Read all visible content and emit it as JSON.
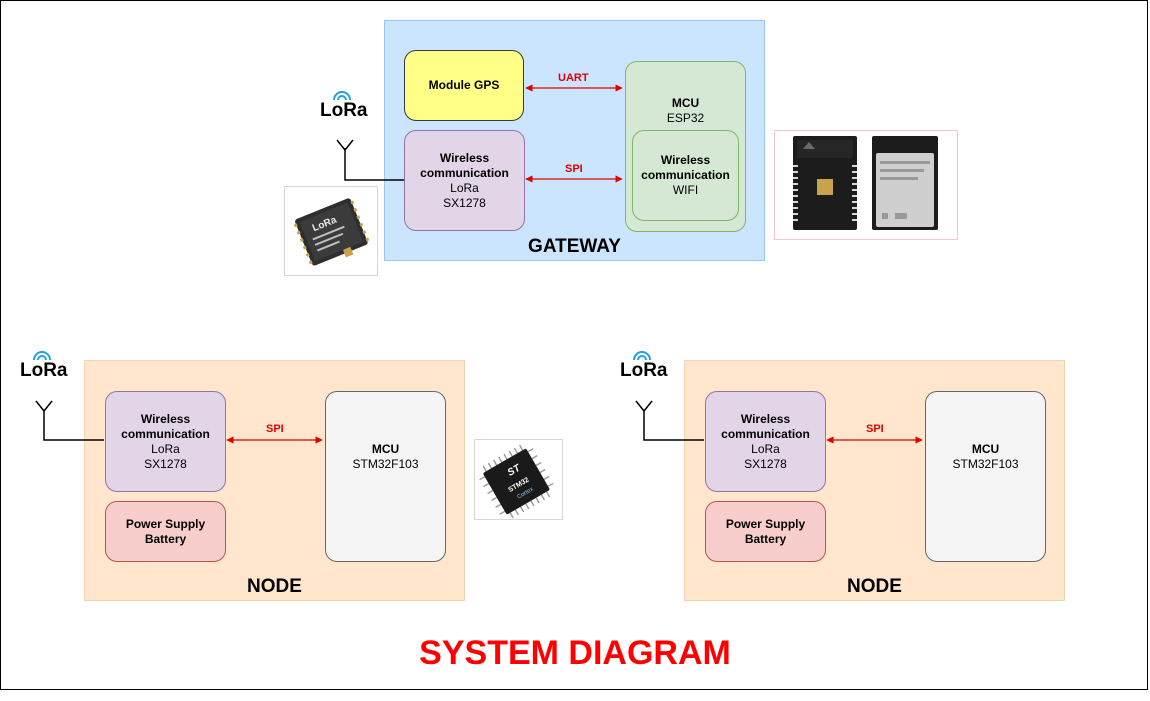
{
  "title": "SYSTEM DIAGRAM",
  "gateway": {
    "label": "GATEWAY",
    "gps": {
      "line1": "Module GPS"
    },
    "lora": {
      "line1": "Wireless",
      "line2": "communication",
      "line3": "LoRa",
      "line4": "SX1278"
    },
    "mcu": {
      "line1": "MCU",
      "line2": "ESP32"
    },
    "wifi": {
      "line1": "Wireless",
      "line2": "communication",
      "line3": "WIFI"
    },
    "uart_label": "UART",
    "spi_label": "SPI"
  },
  "nodes": [
    {
      "label": "NODE",
      "lora": {
        "line1": "Wireless",
        "line2": "communication",
        "line3": "LoRa",
        "line4": "SX1278"
      },
      "power": {
        "line1": "Power Supply",
        "line2": "Battery"
      },
      "mcu": {
        "line1": "MCU",
        "line2": "STM32F103"
      },
      "spi_label": "SPI"
    },
    {
      "label": "NODE",
      "lora": {
        "line1": "Wireless",
        "line2": "communication",
        "line3": "LoRa",
        "line4": "SX1278"
      },
      "power": {
        "line1": "Power Supply",
        "line2": "Battery"
      },
      "mcu": {
        "line1": "MCU",
        "line2": "STM32F103"
      },
      "spi_label": "SPI"
    }
  ],
  "logos": {
    "lora": "LoRa"
  },
  "images": {
    "lora_module": "LoRa",
    "stm_chip": "ST",
    "stm_chip_sub": "STM32",
    "stm_chip_cortex": "Cortex"
  },
  "colors": {
    "title": "#ff0000",
    "arrow": "#e00000",
    "gateway_bg": "#cce5ff",
    "node_bg": "#ffe6cc"
  }
}
